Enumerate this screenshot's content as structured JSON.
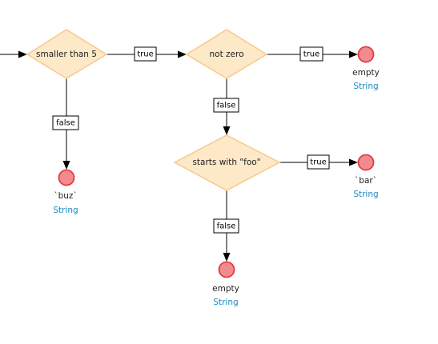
{
  "decisions": [
    {
      "label": "smaller than 5"
    },
    {
      "label": "not zero"
    },
    {
      "label": "starts with \"foo\""
    }
  ],
  "edge_labels": [
    {
      "label": "true"
    },
    {
      "label": "false"
    },
    {
      "label": "true"
    },
    {
      "label": "false"
    },
    {
      "label": "true"
    },
    {
      "label": "false"
    }
  ],
  "results": [
    {
      "value": "empty",
      "type": "String"
    },
    {
      "value": "`buz`",
      "type": "String"
    },
    {
      "value": "`bar`",
      "type": "String"
    },
    {
      "value": "empty",
      "type": "String"
    }
  ],
  "colors": {
    "decision_fill": "#fde8c8",
    "decision_stroke": "#f7c98b",
    "terminal_fill": "#f28b8f",
    "terminal_stroke": "#e03c45",
    "type_text": "#1a8cc2"
  }
}
